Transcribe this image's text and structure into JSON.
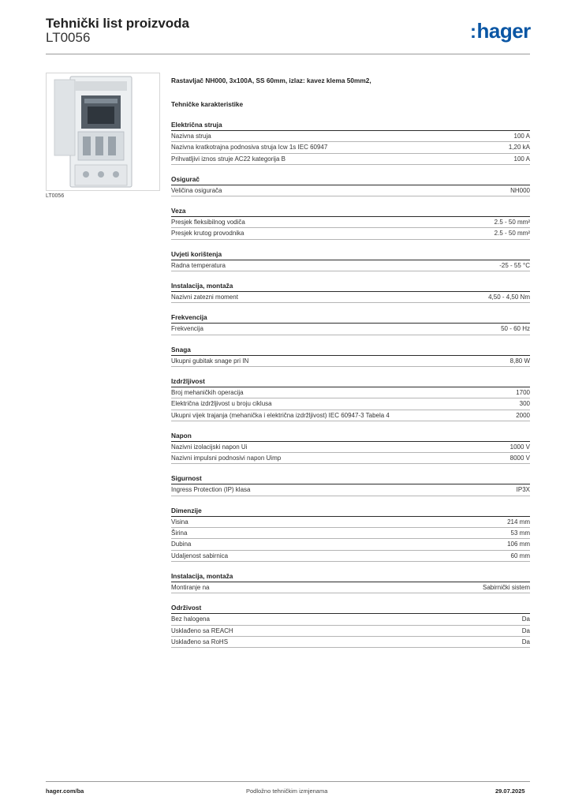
{
  "header": {
    "title": "Tehnički list proizvoda",
    "subtitle": "LT0056"
  },
  "brand": {
    "logo_text": "hager",
    "logo_color": "#0a56a4"
  },
  "product": {
    "image_caption": "LT0056",
    "description": "Rastavljač NH000, 3x100A, SS 60mm, izlaz: kavez klema 50mm2,",
    "characteristics_heading": "Tehničke karakteristike"
  },
  "sections": [
    {
      "title": "Električna struja",
      "rows": [
        {
          "k": "Nazivna struja",
          "v": "100 A"
        },
        {
          "k": "Nazivna kratkotrajna podnosiva struja Icw 1s IEC 60947",
          "v": "1,20 kA"
        },
        {
          "k": "Prihvatljivi iznos struje AC22 kategorija B",
          "v": "100 A"
        }
      ]
    },
    {
      "title": "Osigurač",
      "rows": [
        {
          "k": "Veličina osigurača",
          "v": "NH000"
        }
      ]
    },
    {
      "title": "Veza",
      "rows": [
        {
          "k": "Presjek fleksibilnog vodiča",
          "v": "2.5 - 50 mm²"
        },
        {
          "k": "Presjek krutog provodnika",
          "v": "2.5 - 50 mm²"
        }
      ]
    },
    {
      "title": "Uvjeti korištenja",
      "rows": [
        {
          "k": "Radna temperatura",
          "v": "-25 - 55 °C"
        }
      ]
    },
    {
      "title": "Instalacija, montaža",
      "rows": [
        {
          "k": "Nazivni zatezni moment",
          "v": "4,50 - 4,50 Nm"
        }
      ]
    },
    {
      "title": "Frekvencija",
      "rows": [
        {
          "k": "Frekvencija",
          "v": "50 - 60 Hz"
        }
      ]
    },
    {
      "title": "Snaga",
      "rows": [
        {
          "k": "Ukupni gubitak snage pri IN",
          "v": "8,80 W"
        }
      ]
    },
    {
      "title": "Izdržljivost",
      "rows": [
        {
          "k": "Broj mehaničkih operacija",
          "v": "1700"
        },
        {
          "k": "Električna izdržljivost u broju ciklusa",
          "v": "300"
        },
        {
          "k": "Ukupni vijek trajanja (mehanička i električna izdržljivost) IEC 60947-3 Tabela 4",
          "v": "2000"
        }
      ]
    },
    {
      "title": "Napon",
      "rows": [
        {
          "k": "Nazivni izolacijski napon Ui",
          "v": "1000 V"
        },
        {
          "k": "Nazivni impulsni podnosivi napon Uimp",
          "v": "8000 V"
        }
      ]
    },
    {
      "title": "Sigurnost",
      "rows": [
        {
          "k": "Ingress Protection (IP) klasa",
          "v": "IP3X"
        }
      ]
    },
    {
      "title": "Dimenzije",
      "rows": [
        {
          "k": "Visina",
          "v": "214 mm"
        },
        {
          "k": "Širina",
          "v": "53 mm"
        },
        {
          "k": "Dubina",
          "v": "106 mm"
        },
        {
          "k": "Udaljenost sabirnica",
          "v": "60 mm"
        }
      ]
    },
    {
      "title": "Instalacija, montaža",
      "rows": [
        {
          "k": "Montiranje na",
          "v": "Sabirnički sistem"
        }
      ]
    },
    {
      "title": "Održivost",
      "rows": [
        {
          "k": "Bez halogena",
          "v": "Da"
        },
        {
          "k": "Usklađeno sa REACH",
          "v": "Da"
        },
        {
          "k": "Usklađeno sa RoHS",
          "v": "Da"
        }
      ]
    }
  ],
  "footer": {
    "website": "hager.com/ba",
    "note": "Podložno tehničkim izmjenama",
    "date": "29.07.2025"
  }
}
